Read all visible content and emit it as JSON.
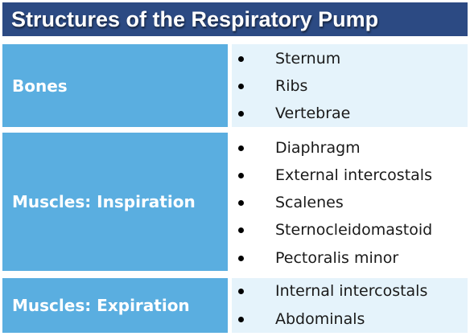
{
  "title": "Structures of the Respiratory Pump",
  "rows": [
    {
      "category": "Bones",
      "items": [
        "Sternum",
        "Ribs",
        "Vertebrae"
      ]
    },
    {
      "category": "Muscles: Inspiration",
      "items": [
        "Diaphragm",
        "External intercostals",
        "Scalenes",
        "Sternocleidomastoid",
        "Pectoralis minor"
      ]
    },
    {
      "category": "Muscles: Expiration",
      "items": [
        "Internal intercostals",
        "Abdominals"
      ]
    }
  ],
  "colors": {
    "title_bg": "#2c4a83",
    "category_bg": "#5aaee0",
    "items_light_bg": "#e5f3fb",
    "items_white_bg": "#ffffff"
  }
}
